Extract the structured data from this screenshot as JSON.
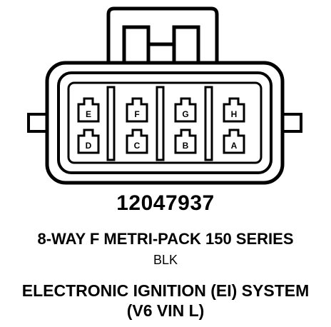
{
  "connector": {
    "pins_top": [
      "E",
      "F",
      "G",
      "H"
    ],
    "pins_bottom": [
      "D",
      "C",
      "B",
      "A"
    ]
  },
  "part_number": "12047937",
  "series_title": "8-WAY F METRI-PACK 150 SERIES",
  "color_code": "BLK",
  "system_title": "ELECTRONIC IGNITION (EI) SYSTEM",
  "system_subtitle": "(V6  VIN L)",
  "colors": {
    "line": "#000000",
    "background": "#ffffff"
  }
}
